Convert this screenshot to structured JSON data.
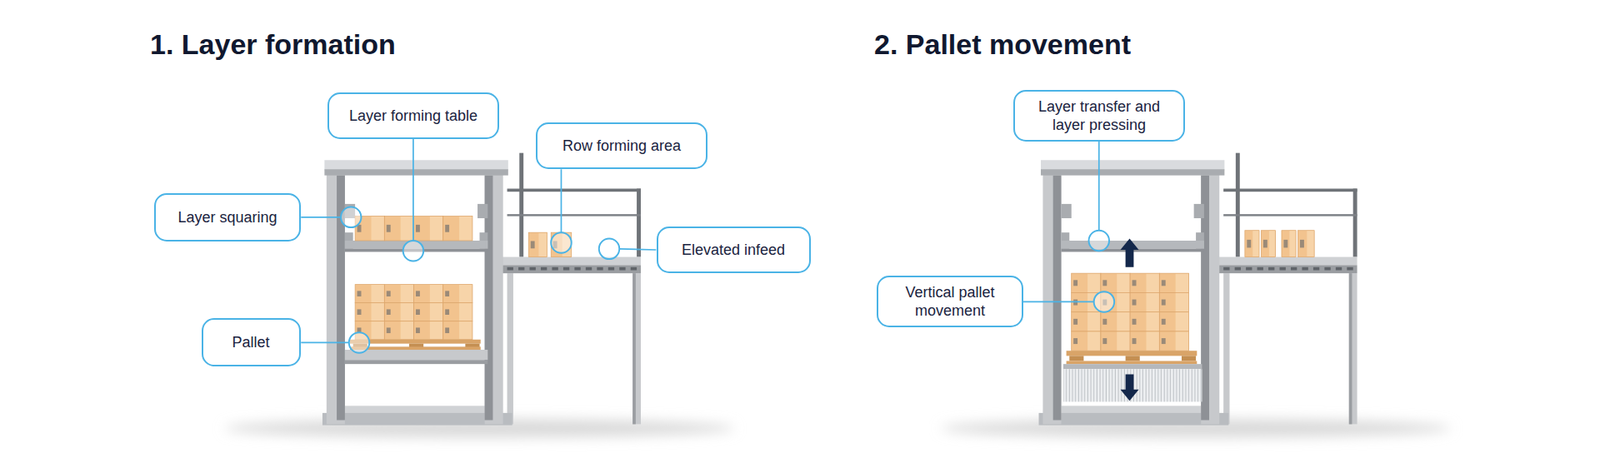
{
  "diagram": {
    "nodes": [
      {
        "text": [
          "Layer forming table"
        ]
      },
      {
        "text": [
          "Row forming area"
        ]
      },
      {
        "text": [
          "Layer squaring"
        ]
      },
      {
        "text": [
          "Elevated infeed"
        ]
      },
      {
        "text": [
          "Pallet"
        ]
      },
      {
        "text": [
          "Layer transfer and layer pressing"
        ]
      },
      {
        "text": [
          "Vertical pallet movement"
        ]
      }
    ],
    "labels": [
      "1. Layer formation",
      "2. Pallet movement"
    ]
  }
}
